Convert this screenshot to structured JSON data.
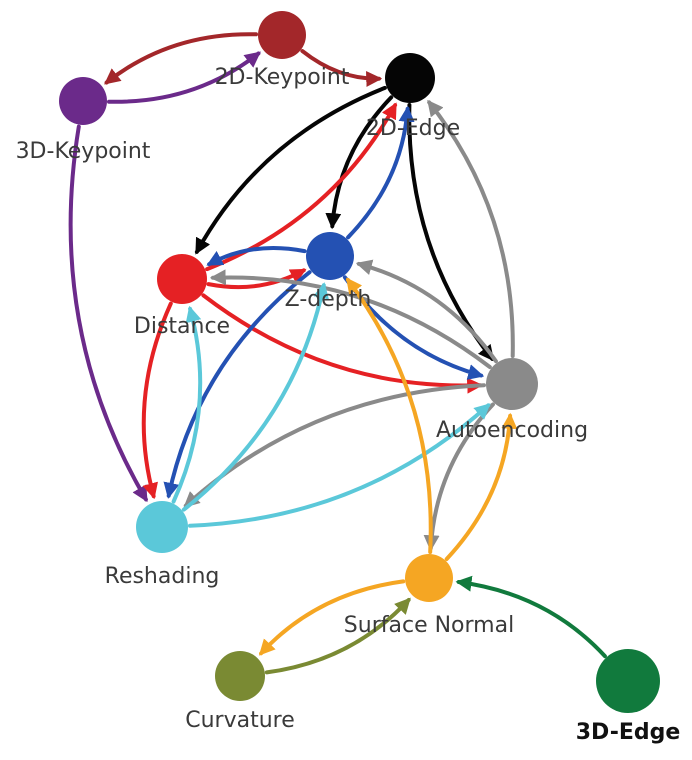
{
  "nodes": [
    {
      "id": "kp2d",
      "label": "2D-Keypoint",
      "color": "#a3272a",
      "bold": false
    },
    {
      "id": "kp3d",
      "label": "3D-Keypoint",
      "color": "#6b2a8a",
      "bold": false
    },
    {
      "id": "edge2d",
      "label": "2D-Edge",
      "color": "#050505",
      "bold": false
    },
    {
      "id": "zdepth",
      "label": "Z-depth",
      "color": "#2451b3",
      "bold": false
    },
    {
      "id": "distance",
      "label": "Distance",
      "color": "#e52124",
      "bold": false
    },
    {
      "id": "autoenc",
      "label": "Autoencoding",
      "color": "#8a8a8a",
      "bold": false
    },
    {
      "id": "reshading",
      "label": "Reshading",
      "color": "#5bc8d9",
      "bold": false
    },
    {
      "id": "normal",
      "label": "Surface Normal",
      "color": "#f5a623",
      "bold": false
    },
    {
      "id": "curvature",
      "label": "Curvature",
      "color": "#7a8a33",
      "bold": false
    },
    {
      "id": "edge3d",
      "label": "3D-Edge",
      "color": "#117a3d",
      "bold": true
    }
  ],
  "edges": [
    {
      "from": "kp2d",
      "to": "kp3d",
      "color": "#a3272a"
    },
    {
      "from": "kp2d",
      "to": "edge2d",
      "color": "#a3272a"
    },
    {
      "from": "kp3d",
      "to": "kp2d",
      "color": "#6b2a8a"
    },
    {
      "from": "kp3d",
      "to": "reshading",
      "color": "#6b2a8a"
    },
    {
      "from": "edge2d",
      "to": "distance",
      "color": "#050505"
    },
    {
      "from": "edge2d",
      "to": "zdepth",
      "color": "#050505"
    },
    {
      "from": "edge2d",
      "to": "autoenc",
      "color": "#050505"
    },
    {
      "from": "distance",
      "to": "edge2d",
      "color": "#e52124"
    },
    {
      "from": "distance",
      "to": "zdepth",
      "color": "#e52124"
    },
    {
      "from": "distance",
      "to": "reshading",
      "color": "#e52124"
    },
    {
      "from": "distance",
      "to": "autoenc",
      "color": "#e52124"
    },
    {
      "from": "zdepth",
      "to": "edge2d",
      "color": "#2451b3"
    },
    {
      "from": "zdepth",
      "to": "distance",
      "color": "#2451b3"
    },
    {
      "from": "zdepth",
      "to": "reshading",
      "color": "#2451b3"
    },
    {
      "from": "zdepth",
      "to": "autoenc",
      "color": "#2451b3"
    },
    {
      "from": "autoenc",
      "to": "zdepth",
      "color": "#8a8a8a"
    },
    {
      "from": "autoenc",
      "to": "distance",
      "color": "#8a8a8a"
    },
    {
      "from": "autoenc",
      "to": "reshading",
      "color": "#8a8a8a"
    },
    {
      "from": "autoenc",
      "to": "normal",
      "color": "#8a8a8a"
    },
    {
      "from": "autoenc",
      "to": "edge2d",
      "color": "#8a8a8a"
    },
    {
      "from": "reshading",
      "to": "distance",
      "color": "#5bc8d9"
    },
    {
      "from": "reshading",
      "to": "zdepth",
      "color": "#5bc8d9"
    },
    {
      "from": "reshading",
      "to": "autoenc",
      "color": "#5bc8d9"
    },
    {
      "from": "normal",
      "to": "zdepth",
      "color": "#f5a623"
    },
    {
      "from": "normal",
      "to": "autoenc",
      "color": "#f5a623"
    },
    {
      "from": "normal",
      "to": "curvature",
      "color": "#f5a623"
    },
    {
      "from": "curvature",
      "to": "normal",
      "color": "#7a8a33"
    },
    {
      "from": "edge3d",
      "to": "normal",
      "color": "#117a3d"
    }
  ]
}
